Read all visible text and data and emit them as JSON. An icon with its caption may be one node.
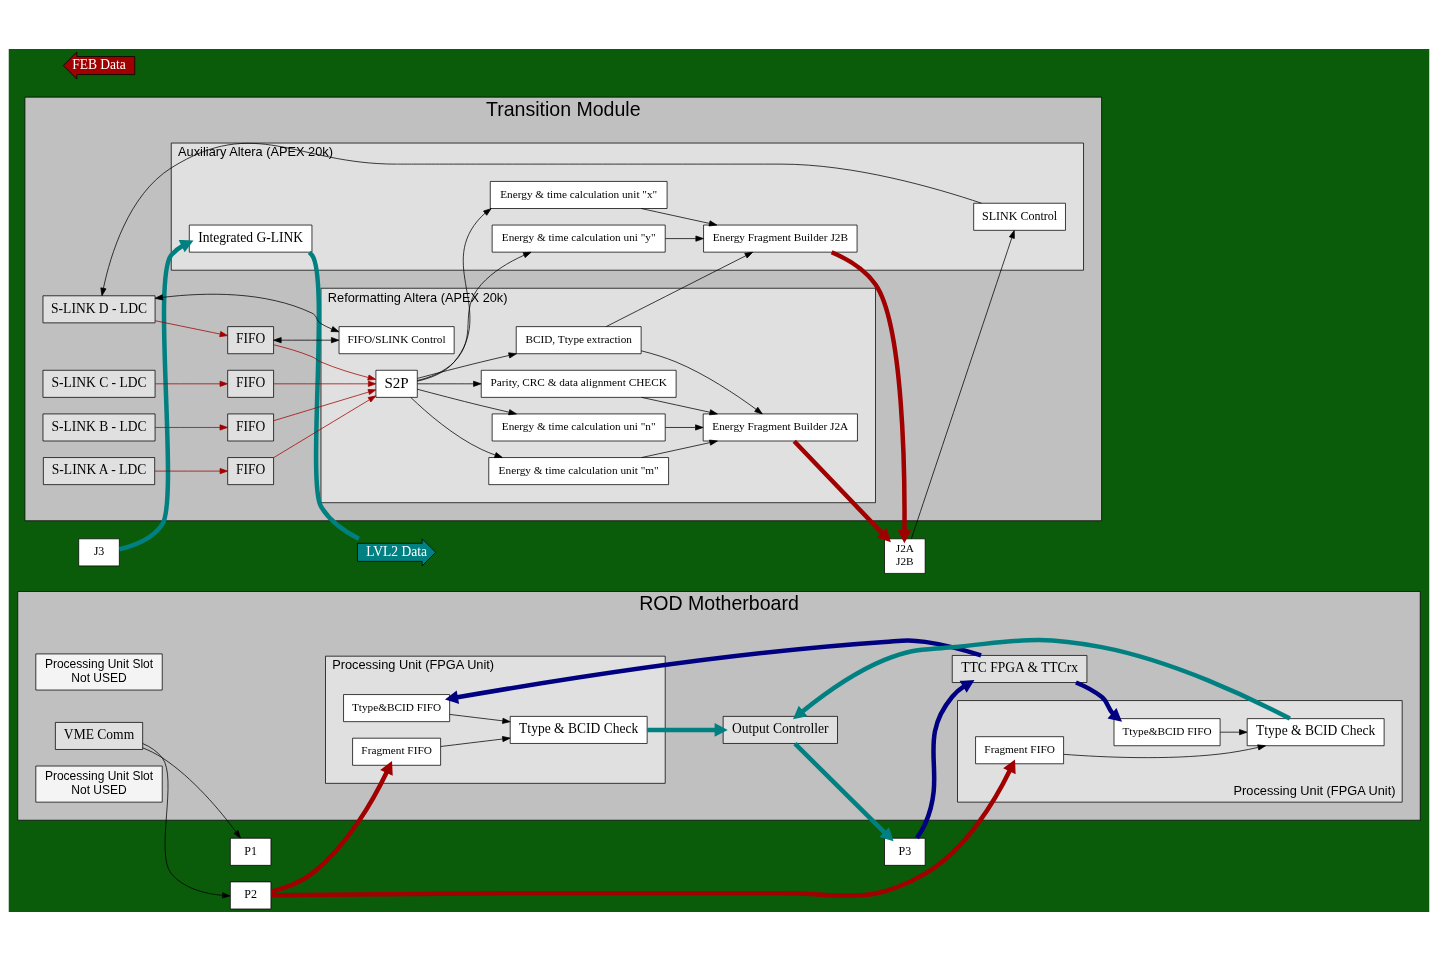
{
  "diagram": {
    "nodes": [
      {
        "text": [
          "ROD Motherboard"
        ]
      },
      {
        "text": [
          "Processing Unit (FPGA Unit)"
        ],
        "in": 0
      },
      {
        "text": [
          "Ttype&BCID FIFO"
        ],
        "in": 1
      },
      {
        "text": [
          "Fragment FIFO"
        ],
        "in": 1
      },
      {
        "text": [
          "Ttype & BCID Check"
        ],
        "in": 1
      },
      {
        "text": [
          "Processing Unit Slot",
          "Not USED"
        ],
        "in": 0
      },
      {
        "text": [
          "VME Comm"
        ],
        "in": 0
      },
      {
        "text": [
          "P1"
        ]
      },
      {
        "text": [
          "TTC FPGA & TTCrx"
        ],
        "in": 0
      },
      {
        "text": [
          "Processing Unit (FPGA Unit)"
        ],
        "in": 0
      },
      {
        "text": [
          "Ttype&BCID FIFO"
        ],
        "in": 9
      },
      {
        "text": [
          "Fragment FIFO"
        ],
        "in": 9
      },
      {
        "text": [
          "Ttype & BCID Check"
        ],
        "in": 9
      },
      {
        "text": [
          "Processing Unit Slot",
          "Not USED"
        ],
        "in": 0
      },
      {
        "text": [
          "Output Controller"
        ],
        "in": 0
      },
      {
        "text": [
          "P2"
        ]
      },
      {
        "text": [
          "J2A",
          "J2B"
        ]
      },
      {
        "text": [
          "P3"
        ]
      },
      {
        "text": [
          "J3"
        ]
      },
      {
        "text": [
          "Transition Module"
        ]
      },
      {
        "text": [
          "FIFO"
        ],
        "in": 19
      },
      {
        "text": [
          "FIFO"
        ],
        "in": 19
      },
      {
        "text": [
          "FIFO"
        ],
        "in": 19
      },
      {
        "text": [
          "FIFO"
        ],
        "in": 19
      },
      {
        "text": [
          "S-LINK A - LDC"
        ],
        "in": 19
      },
      {
        "text": [
          "S-LINK B - LDC"
        ],
        "in": 19
      },
      {
        "text": [
          "S-LINK C - LDC"
        ],
        "in": 19
      },
      {
        "text": [
          "S-LINK D - LDC"
        ],
        "in": 19
      },
      {
        "text": [
          "FEB Data"
        ]
      },
      {
        "text": [
          "Reformatting Altera (APEX 20k)"
        ],
        "in": 19
      },
      {
        "text": [
          "FIFO/SLINK Control"
        ],
        "in": 29
      },
      {
        "text": [
          "S2P"
        ],
        "in": 29
      },
      {
        "text": [
          "BCID, Ttype extraction"
        ],
        "in": 29
      },
      {
        "text": [
          "Parity, CRC & data alignment CHECK"
        ],
        "in": 29
      },
      {
        "text": [
          "Energy & time calculation unit \"m\""
        ],
        "in": 29
      },
      {
        "text": [
          "Energy & time calculation uni \"n\""
        ],
        "in": 29
      },
      {
        "text": [
          "Energy Fragment Builder J2A"
        ],
        "in": 29
      },
      {
        "text": [
          "Auxiliary Altera (APEX 20k)"
        ],
        "in": 19
      },
      {
        "text": [
          "SLINK Control"
        ],
        "in": 37
      },
      {
        "text": [
          "Energy & time calculation unit \"x\""
        ],
        "in": 37
      },
      {
        "text": [
          "Energy & time calculation uni \"y\""
        ],
        "in": 37
      },
      {
        "text": [
          "Energy Fragment Builder J2B"
        ],
        "in": 37
      },
      {
        "text": [
          "Integrated G-LINK"
        ],
        "in": 37
      },
      {
        "text": [
          "LVL2 Data"
        ]
      }
    ],
    "edges": [
      {
        "from": 2,
        "to": 4,
        "arrow": "to"
      },
      {
        "from": 3,
        "to": 4,
        "arrow": "to"
      },
      {
        "from": 10,
        "to": 12,
        "arrow": "to"
      },
      {
        "from": 11,
        "to": 12,
        "arrow": "to"
      },
      {
        "from": 4,
        "to": 14,
        "arrow": "to",
        "style": "thick",
        "color": "#008080"
      },
      {
        "from": 12,
        "to": 14,
        "arrow": "to",
        "style": "thick",
        "color": "#008080"
      },
      {
        "from": 14,
        "to": 17,
        "arrow": "to",
        "style": "thick",
        "color": "#008080"
      },
      {
        "from": 18,
        "to": 42,
        "arrow": "to",
        "style": "thick",
        "color": "#008080"
      },
      {
        "from": 42,
        "to": 43,
        "arrow": "none",
        "style": "thick",
        "color": "#008080"
      },
      {
        "from": 6,
        "to": 7,
        "arrow": "to"
      },
      {
        "from": 6,
        "to": 15,
        "arrow": "to"
      },
      {
        "from": 15,
        "to": 3,
        "arrow": "to",
        "style": "thick",
        "color": "#a00000"
      },
      {
        "from": 15,
        "to": 11,
        "arrow": "to",
        "style": "thick",
        "color": "#a00000"
      },
      {
        "from": 36,
        "to": 16,
        "arrow": "to",
        "style": "thick",
        "color": "#a00000"
      },
      {
        "from": 41,
        "to": 16,
        "arrow": "to",
        "style": "thick",
        "color": "#a00000"
      },
      {
        "from": 8,
        "to": 2,
        "arrow": "to",
        "style": "thick",
        "color": "#000080"
      },
      {
        "from": 8,
        "to": 10,
        "arrow": "to",
        "style": "thick",
        "color": "#000080"
      },
      {
        "from": 17,
        "to": 8,
        "arrow": "to",
        "style": "thick",
        "color": "#000080"
      },
      {
        "from": 24,
        "to": 20,
        "arrow": "to",
        "color": "#a00000"
      },
      {
        "from": 25,
        "to": 21,
        "arrow": "to",
        "color": "#a00000"
      },
      {
        "from": 26,
        "to": 22,
        "arrow": "to",
        "color": "#a00000"
      },
      {
        "from": 27,
        "to": 23,
        "arrow": "to",
        "color": "#a00000"
      },
      {
        "from": 20,
        "to": 31,
        "arrow": "to",
        "color": "#a00000"
      },
      {
        "from": 21,
        "to": 31,
        "arrow": "to",
        "color": "#a00000"
      },
      {
        "from": 22,
        "to": 31,
        "arrow": "to",
        "color": "#a00000"
      },
      {
        "from": 23,
        "to": 31,
        "arrow": "to",
        "color": "#a00000"
      },
      {
        "from": 30,
        "to": 23,
        "arrow": "both"
      },
      {
        "from": 30,
        "to": 27,
        "arrow": "both"
      },
      {
        "from": 31,
        "to": 32,
        "arrow": "to"
      },
      {
        "from": 31,
        "to": 33,
        "arrow": "to"
      },
      {
        "from": 31,
        "to": 34,
        "arrow": "to"
      },
      {
        "from": 31,
        "to": 35,
        "arrow": "to"
      },
      {
        "from": 32,
        "to": 36,
        "arrow": "to"
      },
      {
        "from": 34,
        "to": 36,
        "arrow": "to"
      },
      {
        "from": 35,
        "to": 36,
        "arrow": "to"
      },
      {
        "from": 33,
        "to": 36,
        "arrow": "to"
      },
      {
        "from": 31,
        "to": 39,
        "arrow": "to"
      },
      {
        "from": 31,
        "to": 40,
        "arrow": "to"
      },
      {
        "from": 32,
        "to": 41,
        "arrow": "to"
      },
      {
        "from": 16,
        "to": 38,
        "arrow": "to"
      },
      {
        "from": 38,
        "to": 27,
        "arrow": "to"
      },
      {
        "from": 39,
        "to": 41,
        "arrow": "to"
      },
      {
        "from": 40,
        "to": 41,
        "arrow": "to"
      }
    ]
  }
}
